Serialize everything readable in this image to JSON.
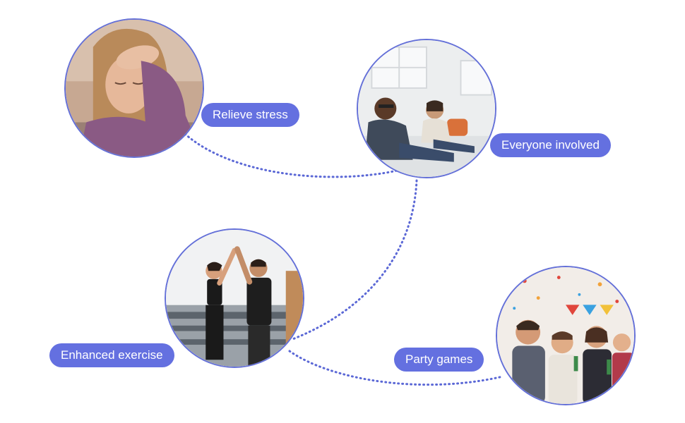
{
  "features": {
    "relieve_stress": {
      "label": "Relieve stress",
      "photo": "stressed-woman-photo"
    },
    "everyone_involved": {
      "label": "Everyone involved",
      "photo": "friends-gaming-photo"
    },
    "enhanced_exercise": {
      "label": "Enhanced exercise",
      "photo": "high-five-exercise-photo"
    },
    "party_games": {
      "label": "Party games",
      "photo": "party-celebration-photo"
    }
  },
  "colors": {
    "accent": "#6470e0",
    "ring": "#6470d8",
    "connector": "#5b68d6",
    "label_text": "#ffffff"
  }
}
